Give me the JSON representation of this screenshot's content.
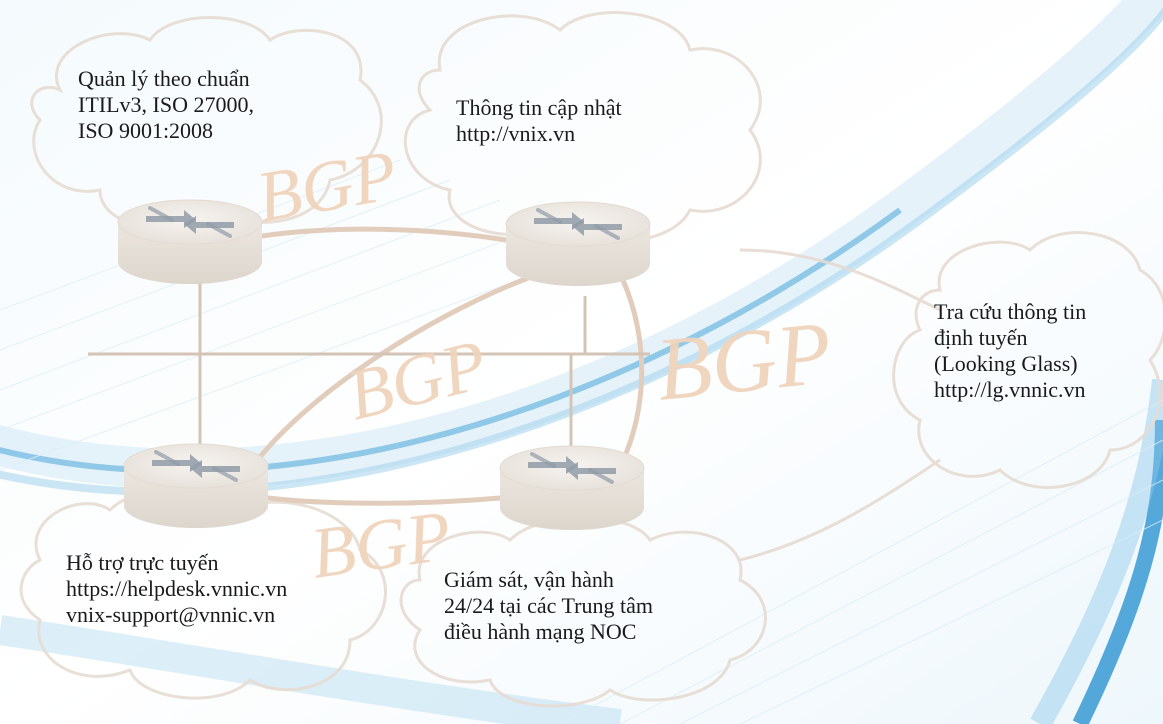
{
  "labels": {
    "management": {
      "lines": [
        "Quản lý theo chuẩn",
        "ITILv3, ISO 27000,",
        "ISO 9001:2008"
      ]
    },
    "updates": {
      "lines": [
        "Thông tin cập nhật",
        "http://vnix.vn"
      ]
    },
    "looking_glass": {
      "lines": [
        "Tra cứu thông tin",
        "định tuyến",
        "(Looking Glass)",
        "http://lg.vnnic.vn"
      ]
    },
    "support": {
      "lines": [
        "Hỗ trợ trực tuyến",
        "https://helpdesk.vnnic.vn",
        "vnix-support@vnnic.vn"
      ]
    },
    "monitoring": {
      "lines": [
        "Giám sát, vận hành",
        "24/24 tại các Trung tâm",
        "điều hành mạng NOC"
      ]
    }
  },
  "bgp_marks": [
    "BGP",
    "BGP",
    "BGP",
    "BGP"
  ],
  "routers": [
    "router",
    "router",
    "router",
    "router"
  ],
  "colors": {
    "bgp_mark": "#f0d2b8",
    "link": "#e6d2c2",
    "router_body": "#ece8e2",
    "router_top": "#f4f1ed",
    "router_arrow": "#8e9aa6",
    "cloud_stroke": "#e9ddd4",
    "wave": "#bfe0f2",
    "wave_dark": "#5ab0dc",
    "text": "#1a1a1a"
  }
}
